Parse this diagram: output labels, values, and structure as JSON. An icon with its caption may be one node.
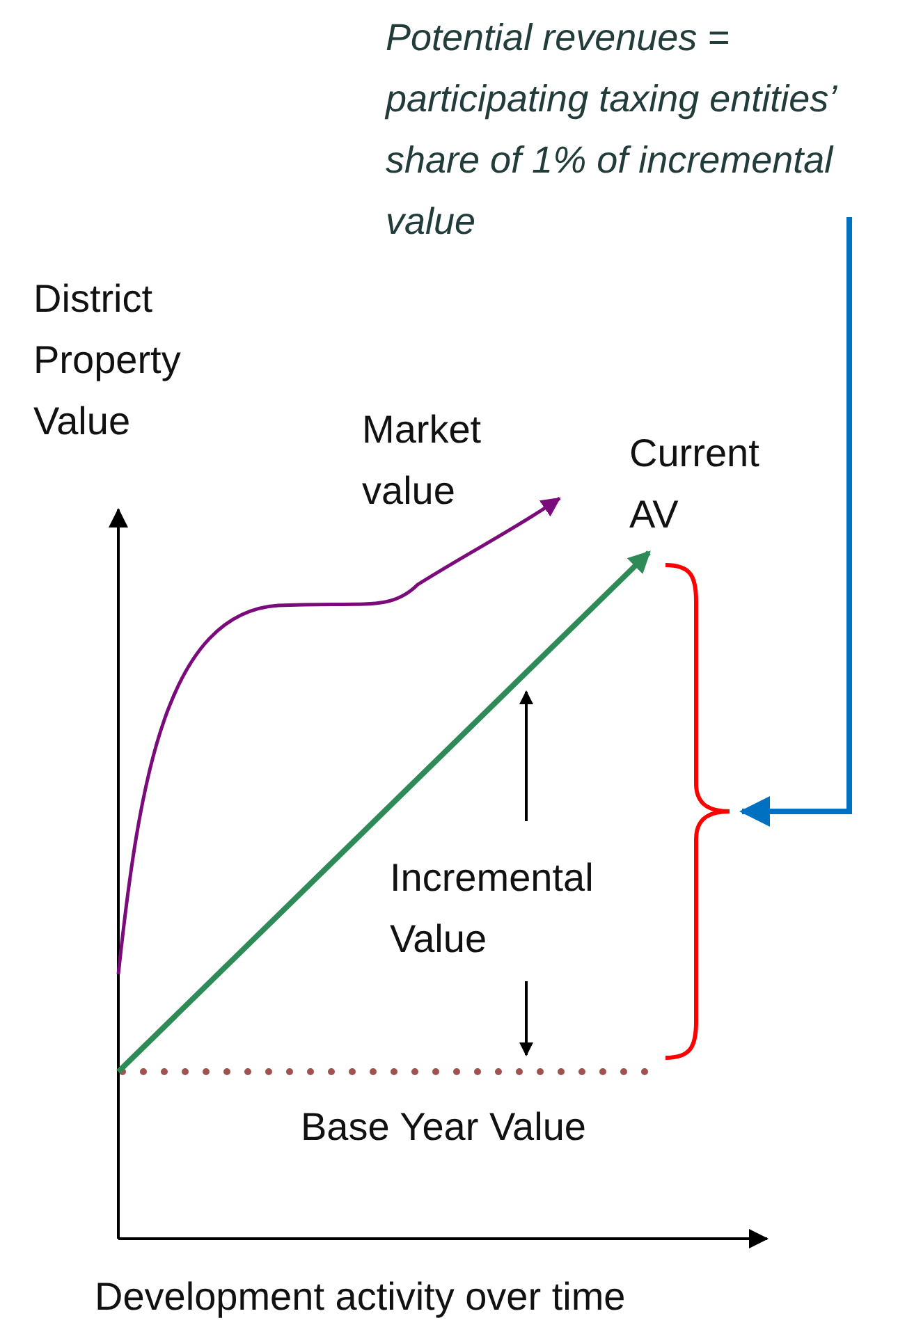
{
  "diagram": {
    "nodes": [
      {
        "text": [
          "Potential revenues = participating taxing entities’ share of 1% of incremental value"
        ]
      },
      {
        "text": [],
        "shape": "bracket"
      }
    ],
    "edges": [
      {
        "from": 0,
        "to": 1,
        "arrow": "to"
      }
    ],
    "labels": [
      "District Property Value",
      "Market value",
      "Current AV",
      "Incremental Value",
      "Base Year Value",
      "Development activity over time"
    ]
  }
}
